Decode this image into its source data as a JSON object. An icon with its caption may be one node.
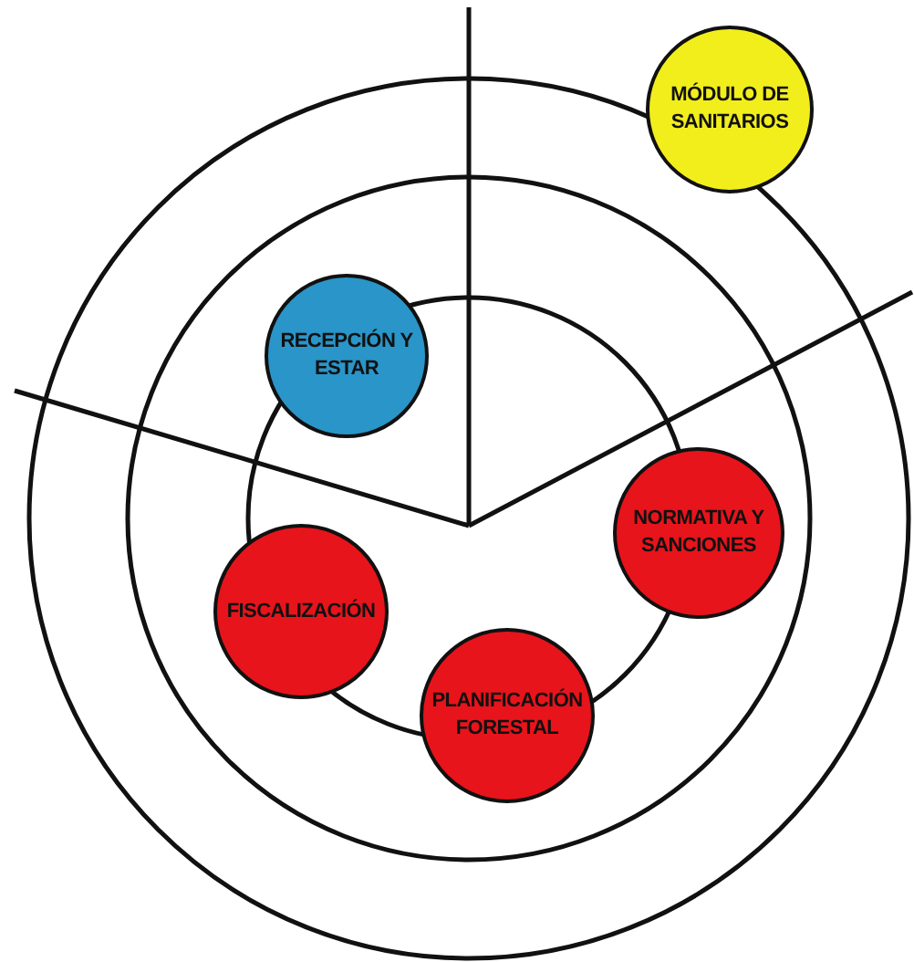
{
  "diagram": {
    "nodes": [
      {
        "text": [
          "MÓDULO DE SANITARIOS"
        ]
      },
      {
        "text": [
          "RECEPCIÓN Y ESTAR"
        ]
      },
      {
        "text": [
          "NORMATIVA Y SANCIONES"
        ]
      },
      {
        "text": [
          "FISCALIZACIÓN"
        ]
      },
      {
        "text": [
          "PLANIFICACIÓN FORESTAL"
        ]
      }
    ]
  }
}
